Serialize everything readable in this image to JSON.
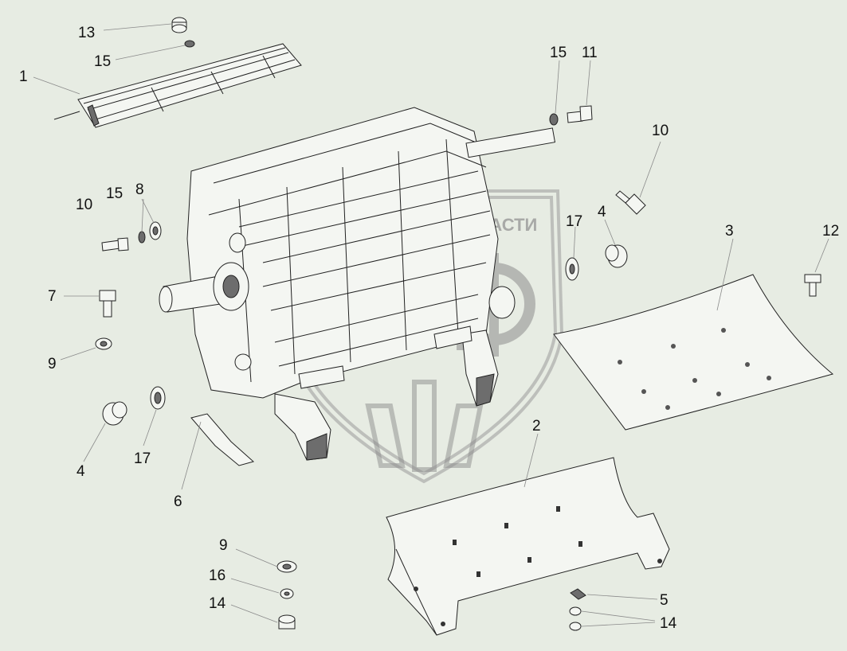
{
  "watermark": {
    "text": "ТЕХНИКА ⚙ ЗАПЧАСТИ",
    "logo": "ЭПФ"
  },
  "labels": [
    {
      "id": "l13a",
      "text": "13"
    },
    {
      "id": "l15a",
      "text": "15"
    },
    {
      "id": "l1",
      "text": "1"
    },
    {
      "id": "l15b",
      "text": "15"
    },
    {
      "id": "l11",
      "text": "11"
    },
    {
      "id": "l10a",
      "text": "10"
    },
    {
      "id": "l10b",
      "text": "10"
    },
    {
      "id": "l15c",
      "text": "15"
    },
    {
      "id": "l8",
      "text": "8"
    },
    {
      "id": "l17a",
      "text": "17"
    },
    {
      "id": "l4a",
      "text": "4"
    },
    {
      "id": "l3",
      "text": "3"
    },
    {
      "id": "l12",
      "text": "12"
    },
    {
      "id": "l7",
      "text": "7"
    },
    {
      "id": "l9a",
      "text": "9"
    },
    {
      "id": "l4b",
      "text": "4"
    },
    {
      "id": "l17b",
      "text": "17"
    },
    {
      "id": "l6",
      "text": "6"
    },
    {
      "id": "l2",
      "text": "2"
    },
    {
      "id": "l9b",
      "text": "9"
    },
    {
      "id": "l16",
      "text": "16"
    },
    {
      "id": "l14a",
      "text": "14"
    },
    {
      "id": "l5",
      "text": "5"
    },
    {
      "id": "l14b",
      "text": "14"
    }
  ]
}
